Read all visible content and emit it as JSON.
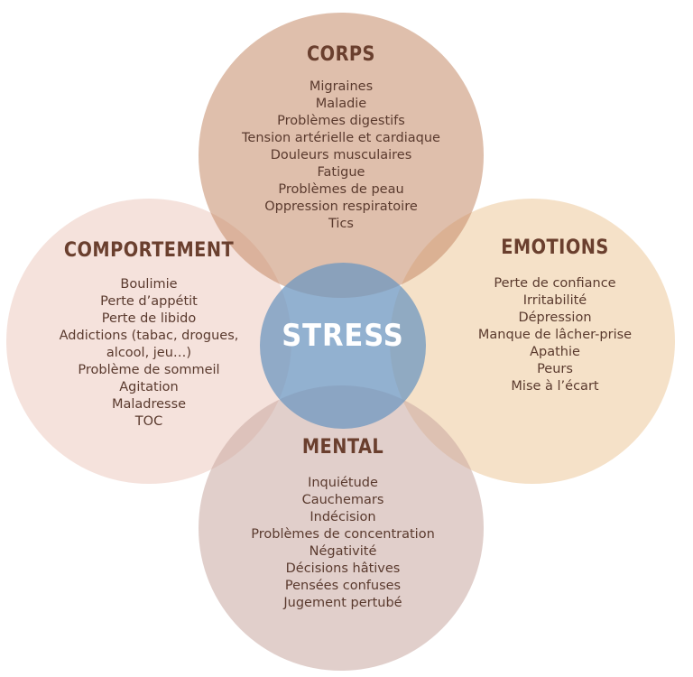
{
  "center": {
    "label": "STRESS"
  },
  "colors": {
    "corps": "#c48a68",
    "comportement": "#edcbbf",
    "emotions": "#ecc99a",
    "mental": "#c9a8a0",
    "stress": "#6e97c0"
  },
  "corps": {
    "title": "CORPS",
    "items": [
      "Migraines",
      "Maladie",
      "Problèmes digestifs",
      "Tension artérielle et cardiaque",
      "Douleurs musculaires",
      "Fatigue",
      "Problèmes de peau",
      "Oppression respiratoire",
      "Tics"
    ]
  },
  "comportement": {
    "title": "COMPORTEMENT",
    "items": [
      "Boulimie",
      "Perte d’appétit",
      "Perte de libido",
      "Addictions (tabac, drogues,",
      "alcool, jeu…)",
      "Problème de sommeil",
      "Agitation",
      "Maladresse",
      "TOC"
    ]
  },
  "emotions": {
    "title": "EMOTIONS",
    "items": [
      "Perte de confiance",
      "Irritabilité",
      "Dépression",
      "Manque de lâcher-prise",
      "Apathie",
      "Peurs",
      "Mise à l’écart"
    ]
  },
  "mental": {
    "title": "MENTAL",
    "items": [
      "Inquiétude",
      "Cauchemars",
      "Indécision",
      "Problèmes de concentration",
      "Négativité",
      "Décisions hâtives",
      "Pensées confuses",
      "Jugement pertubé"
    ]
  }
}
